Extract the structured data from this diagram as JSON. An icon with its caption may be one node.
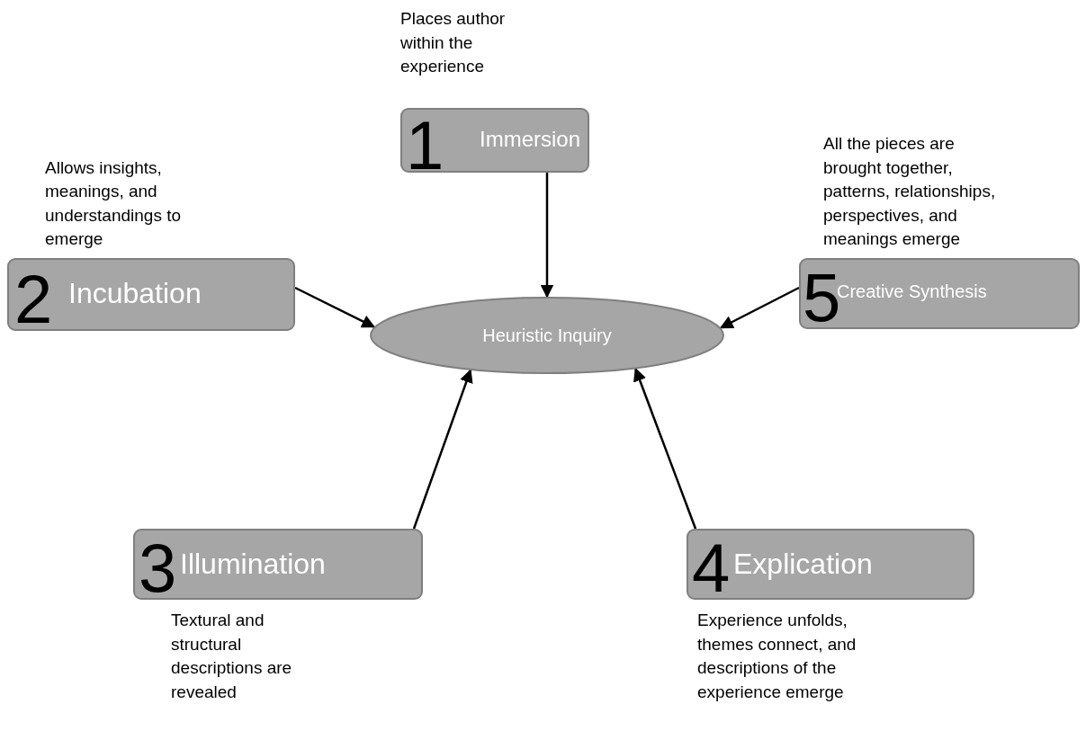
{
  "diagram": {
    "nodes": [
      {
        "text": [
          "1",
          "Immersion"
        ],
        "beside": [
          "Places author within the experience"
        ]
      },
      {
        "text": [
          "2",
          "Incubation"
        ],
        "beside": [
          "Allows insights, meanings, and understandings to emerge"
        ]
      },
      {
        "text": [
          "5",
          "Creative Synthesis"
        ],
        "beside": [
          "All the pieces are brought together, patterns, relationships, perspectives, and meanings emerge"
        ]
      },
      {
        "text": [
          "Heuristic Inquiry"
        ]
      },
      {
        "text": [
          "3",
          "Illumination"
        ],
        "beside": [
          "Textural and structural descriptions are revealed"
        ]
      },
      {
        "text": [
          "4",
          "Explication"
        ],
        "beside": [
          "Experience unfolds, themes connect, and descriptions of the experience emerge"
        ]
      }
    ],
    "edges": [
      {
        "from": 0,
        "to": 3,
        "arrow": "to"
      },
      {
        "from": 1,
        "to": 3,
        "arrow": "to"
      },
      {
        "from": 2,
        "to": 3,
        "arrow": "to"
      },
      {
        "from": 4,
        "to": 3,
        "arrow": "to"
      },
      {
        "from": 5,
        "to": 3,
        "arrow": "to"
      }
    ]
  }
}
